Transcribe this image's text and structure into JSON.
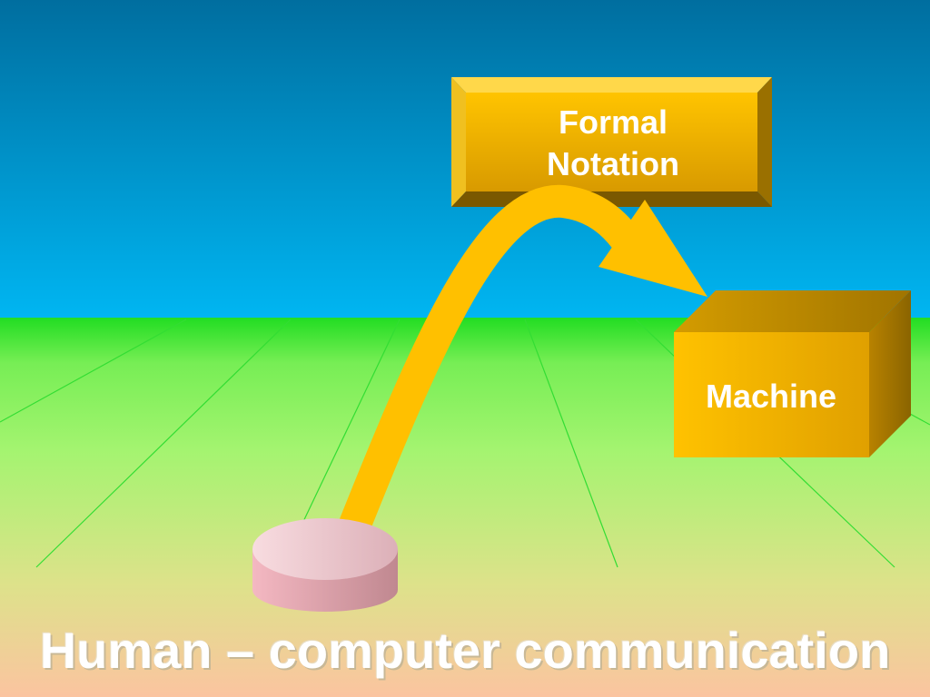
{
  "diagram": {
    "title": "Human – computer communication",
    "formal_notation": {
      "line1": "Formal",
      "line2": "Notation"
    },
    "machine": {
      "label": "Machine"
    }
  },
  "colors": {
    "sky_top": "#006e9f",
    "sky_bottom": "#00b4f0",
    "ground_top": "#22dd22",
    "ground_mid": "#a0f070",
    "ground_bottom": "#f6c89c",
    "box_gold": "#f2b800",
    "arrow": "#ffc000",
    "cylinder": "#f0b8c0",
    "text": "#ffffff"
  }
}
